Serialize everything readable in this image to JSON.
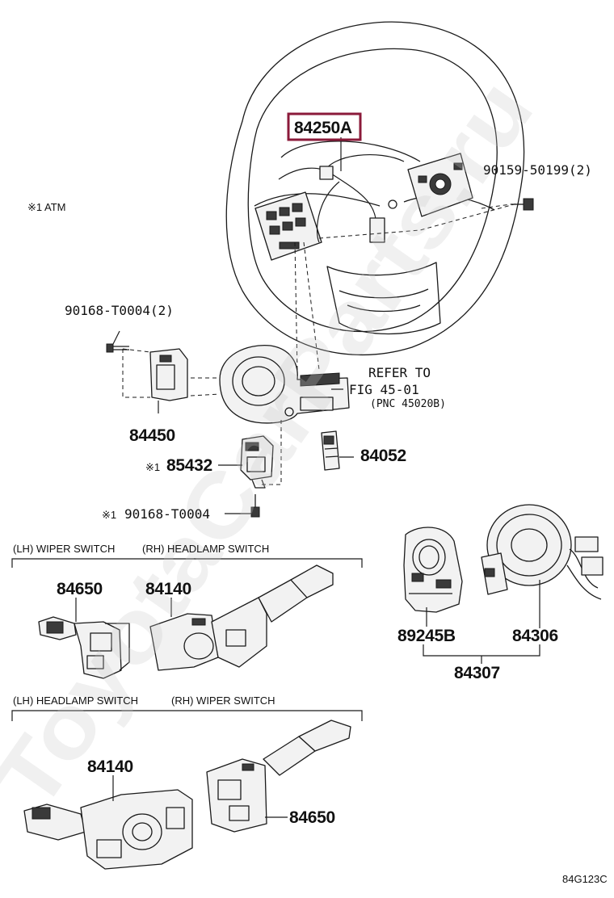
{
  "highlight_color": "#8b1a3a",
  "watermark": "ToyotaCarParts.ru",
  "diagram_code": "84G123C",
  "notes": {
    "atm": "※1 ATM"
  },
  "parts": {
    "steering_switch": "84250A",
    "screw_wheel": "90159-50199(2)",
    "screw_upper": "90168-T0004(2)",
    "bracket": "84450",
    "sensor": "85432",
    "sensor_prefix": "※1",
    "screw_lower": "90168-T0004",
    "screw_lower_prefix": "※1",
    "connector": "84052",
    "spiral_sub": "89245B",
    "spiral_cable": "84306",
    "spiral_assy": "84307",
    "wiper_lh": "84650",
    "headlamp_rh": "84140",
    "headlamp_lh": "84140",
    "wiper_rh": "84650"
  },
  "refer": {
    "line1": "REFER TO",
    "line2": "FIG 45-01",
    "line3": "(PNC 45020B)"
  },
  "sections": {
    "top_left": "(LH) WIPER SWITCH",
    "top_right": "(RH) HEADLAMP SWITCH",
    "bottom_left": "(LH) HEADLAMP SWITCH",
    "bottom_right": "(RH) WIPER SWITCH"
  }
}
